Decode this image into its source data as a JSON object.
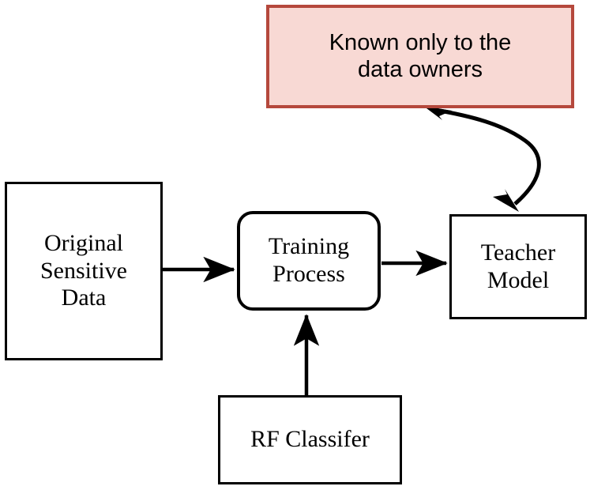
{
  "diagram": {
    "title": "Teacher model training pipeline",
    "background_color": "#ffffff",
    "nodes": {
      "known_owners": {
        "label": "Known only  to the\ndata owners",
        "shape": "rectangle",
        "fill_color": "#f8d9d4",
        "border_color": "#b5483c"
      },
      "original_data": {
        "label": "Original\nSensitive\nData",
        "shape": "rectangle",
        "fill_color": "#ffffff",
        "border_color": "#000000"
      },
      "training_process": {
        "label": "Training\nProcess",
        "shape": "rounded-rectangle",
        "fill_color": "#ffffff",
        "border_color": "#000000"
      },
      "teacher_model": {
        "label": "Teacher\nModel",
        "shape": "rectangle",
        "fill_color": "#ffffff",
        "border_color": "#000000"
      },
      "rf_classifier": {
        "label": "RF Classifer",
        "shape": "rectangle",
        "fill_color": "#ffffff",
        "border_color": "#000000"
      }
    },
    "edges": [
      {
        "name": "data-to-training",
        "from": "original_data",
        "to": "training_process",
        "style": "straight",
        "arrowheads": "end",
        "color": "#000000"
      },
      {
        "name": "training-to-teacher",
        "from": "training_process",
        "to": "teacher_model",
        "style": "straight",
        "arrowheads": "end",
        "color": "#000000"
      },
      {
        "name": "rf-to-training",
        "from": "rf_classifier",
        "to": "training_process",
        "style": "straight",
        "arrowheads": "end",
        "color": "#000000"
      },
      {
        "name": "teacher-to-known-owners",
        "from": "teacher_model",
        "to": "known_owners",
        "style": "curved",
        "arrowheads": "both",
        "color": "#000000"
      }
    ]
  }
}
